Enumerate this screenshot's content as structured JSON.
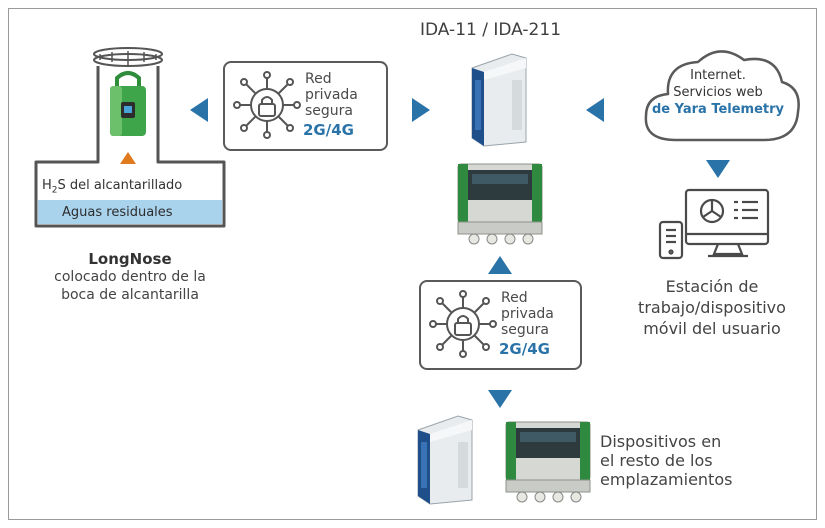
{
  "title": "IDA-11 / IDA-211",
  "network_top": {
    "line1": "Red",
    "line2": "privada",
    "line3": "segura",
    "tech": "2G/4G"
  },
  "network_bottom": {
    "line1": "Red",
    "line2": "privada",
    "line3": "segura",
    "tech": "2G/4G"
  },
  "sewer": {
    "gas_prefix": "H",
    "gas_sub": "2",
    "gas_suffix": "S del alcantarillado",
    "water": "Aguas residuales"
  },
  "longnose": {
    "name": "LongNose",
    "line1": "colocado dentro de la",
    "line2": "boca de alcantarilla"
  },
  "cloud": {
    "line1": "Internet.",
    "line2": "Servicios web",
    "brand": "de Yara Telemetry"
  },
  "station": {
    "line1": "Estación de",
    "line2": "trabajo/dispositivo",
    "line3": "móvil del usuario"
  },
  "devices": {
    "line1": "Dispositivos en",
    "line2": "el resto de los",
    "line3": "emplazamientos"
  },
  "colors": {
    "arrow": "#2a73a8",
    "up_arrow": "#e07a1f",
    "lock_green": "#3fa54a",
    "water": "#a9d3ec",
    "accent_text": "#2a73a8"
  }
}
